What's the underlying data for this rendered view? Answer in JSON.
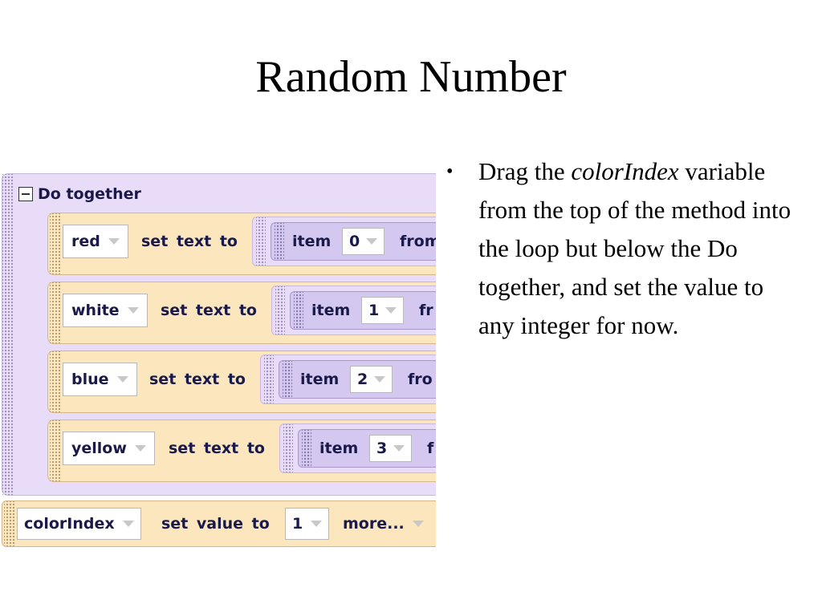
{
  "slide": {
    "title": "Random Number"
  },
  "bullet": {
    "text_before": "Drag the ",
    "emphasis": "colorIndex",
    "text_after": " variable from the top of the method into the loop but below the Do together, and set the value to any integer for now."
  },
  "code": {
    "do_together_label": "Do together",
    "set_text_label": "set text to",
    "item_label": "item",
    "statements": [
      {
        "object": "red",
        "index": "0",
        "tail": "from"
      },
      {
        "object": "white",
        "index": "1",
        "tail": "fr"
      },
      {
        "object": "blue",
        "index": "2",
        "tail": "fro"
      },
      {
        "object": "yellow",
        "index": "3",
        "tail": "f"
      }
    ],
    "set_value": {
      "variable": "colorIndex",
      "label": "set value to",
      "value": "1",
      "more": "more..."
    }
  },
  "colors": {
    "do_together_bg": "#e8dcf8",
    "statement_bg": "#fbe6bd",
    "item_bg": "#d4c8f0",
    "label_text": "#1a1a4a"
  }
}
